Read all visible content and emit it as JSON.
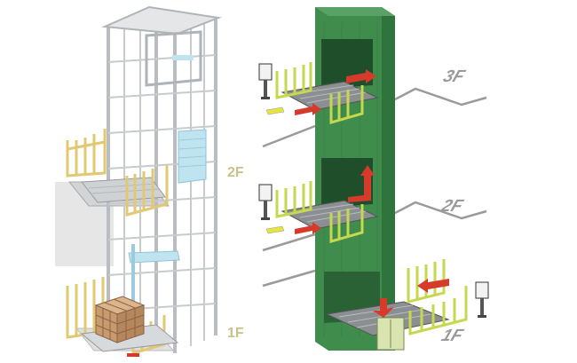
{
  "left_illustration": {
    "floor_labels": [
      "2F",
      "1F"
    ],
    "colors": {
      "frame": "#d6d9dc",
      "gate": "#e2c873",
      "glass": "#bfe3ef",
      "cargo": "#c89a6e",
      "wall": "#e3e3e3"
    }
  },
  "right_illustration": {
    "floor_labels": [
      "3F",
      "2F",
      "1F"
    ],
    "colors": {
      "shaft": "#3e8a4c",
      "shaft_dark": "#2d6e3b",
      "gate": "#c6d84e",
      "arrow": "#d63a2a",
      "floor_line": "#9a9a9a"
    }
  }
}
